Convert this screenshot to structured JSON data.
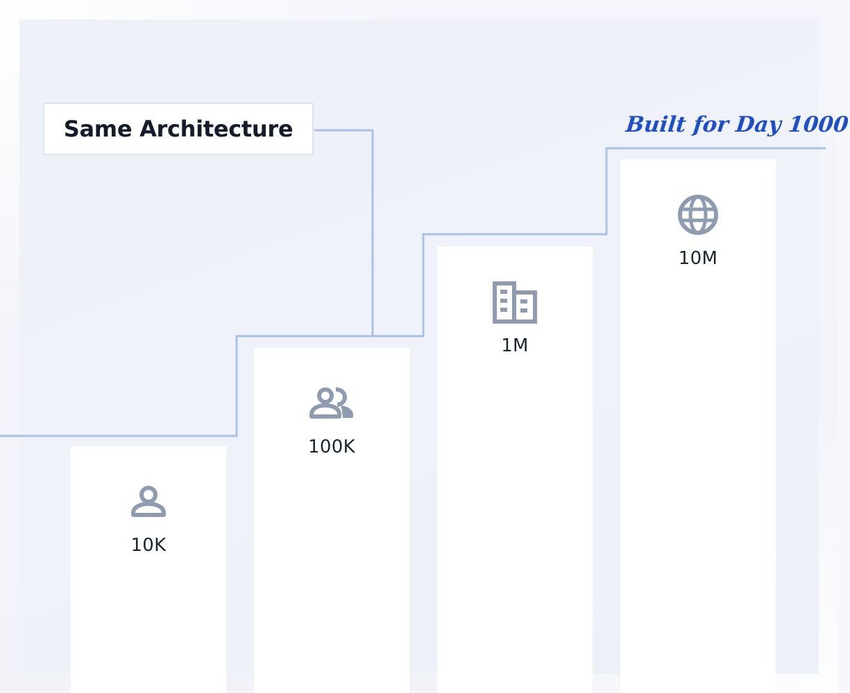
{
  "callout": {
    "text": "Same Architecture"
  },
  "tagline": {
    "text": "Built for Day 1000"
  },
  "tiers": [
    {
      "label": "10K",
      "icon": "person-icon"
    },
    {
      "label": "100K",
      "icon": "people-icon"
    },
    {
      "label": "1M",
      "icon": "building-icon"
    },
    {
      "label": "10M",
      "icon": "globe-icon"
    }
  ],
  "colors": {
    "connector_line": "#aac0e4",
    "icon": "#8e9bb1",
    "tagline": "#1f4fc8",
    "label_text": "#1b2433"
  }
}
